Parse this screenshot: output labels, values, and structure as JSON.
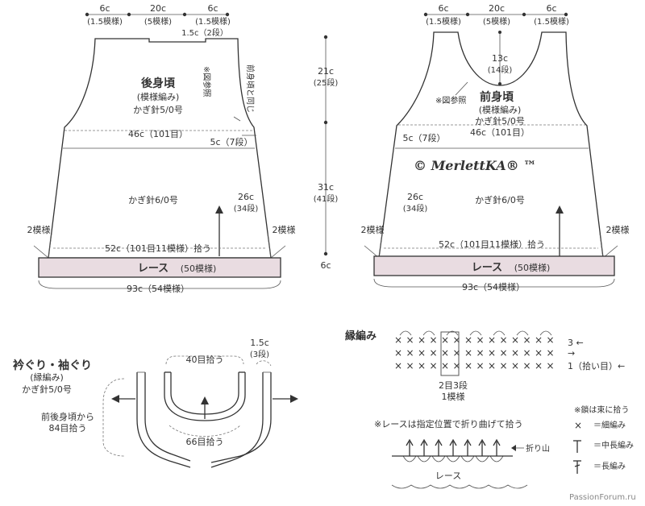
{
  "back": {
    "top_dims": [
      "6c",
      "20c",
      "6c"
    ],
    "top_rows": [
      "(1.5模様)",
      "(5模様)",
      "(1.5模様)"
    ],
    "shoulder": "1.5c（2段）",
    "note_ref": "※図参照",
    "same_front": "前身頃と同じ",
    "title": "後身頃",
    "pattern": "(模様編み)",
    "hook_top": "かぎ針5/0号",
    "width": "46c（101目）",
    "side5": "5c（7段）",
    "side26": "26c",
    "side26_rows": "(34段)",
    "hook_body": "かぎ針6/0号",
    "patt_left": "2模様",
    "patt_right": "2模様",
    "pickup": "52c（101目11模様）拾う",
    "lace": "レース",
    "lace_count": "(50模様)",
    "hem": "93c（54模様）"
  },
  "middle": {
    "d1": "21c",
    "d1_rows": "(25段)",
    "d2": "31c",
    "d2_rows": "(41段)",
    "d3": "6c"
  },
  "front": {
    "top_dims": [
      "6c",
      "20c",
      "6c"
    ],
    "top_rows": [
      "(1.5模様)",
      "(5模様)",
      "(1.5模様)"
    ],
    "neck": "13c",
    "neck_rows": "(14段)",
    "note_ref": "※図参照",
    "title": "前身頃",
    "pattern": "(模様編み)",
    "hook_top": "かぎ針5/0号",
    "width": "46c（101目）",
    "side5": "5c（7段）",
    "side26": "26c",
    "side26_rows": "(34段)",
    "hook_body": "かぎ針6/0号",
    "patt_left": "2模様",
    "patt_right": "2模様",
    "pickup": "52c（101目11模様）拾う",
    "lace": "レース",
    "lace_count": "(50模様)",
    "hem": "93c（54模様）"
  },
  "watermark": "© MerlettKA® ™",
  "trim": {
    "title": "衿ぐり・袖ぐり",
    "subtitle": "(縁編み)",
    "hook": "かぎ針5/0号",
    "from": "前後身頃から",
    "from2": "84目拾う",
    "top_pick": "40目拾う",
    "dim": "1.5c",
    "dim_rows": "(3段)",
    "bottom_pick": "66目拾う"
  },
  "edge": {
    "title": "縁編み",
    "row3": "3 ←",
    "row2": "→",
    "row1": "1（拾い目）←",
    "repeat": "2目3段",
    "repeat2": "1模様",
    "lace_note": "※レースは指定位置で折り曲げて拾う",
    "fold": "折り山",
    "lace": "レース"
  },
  "legend": {
    "note": "※鎖は束に拾う",
    "sc": "＝細編み",
    "hdc": "＝中長編み",
    "dc": "＝長編み"
  },
  "site": "PassionForum.ru"
}
